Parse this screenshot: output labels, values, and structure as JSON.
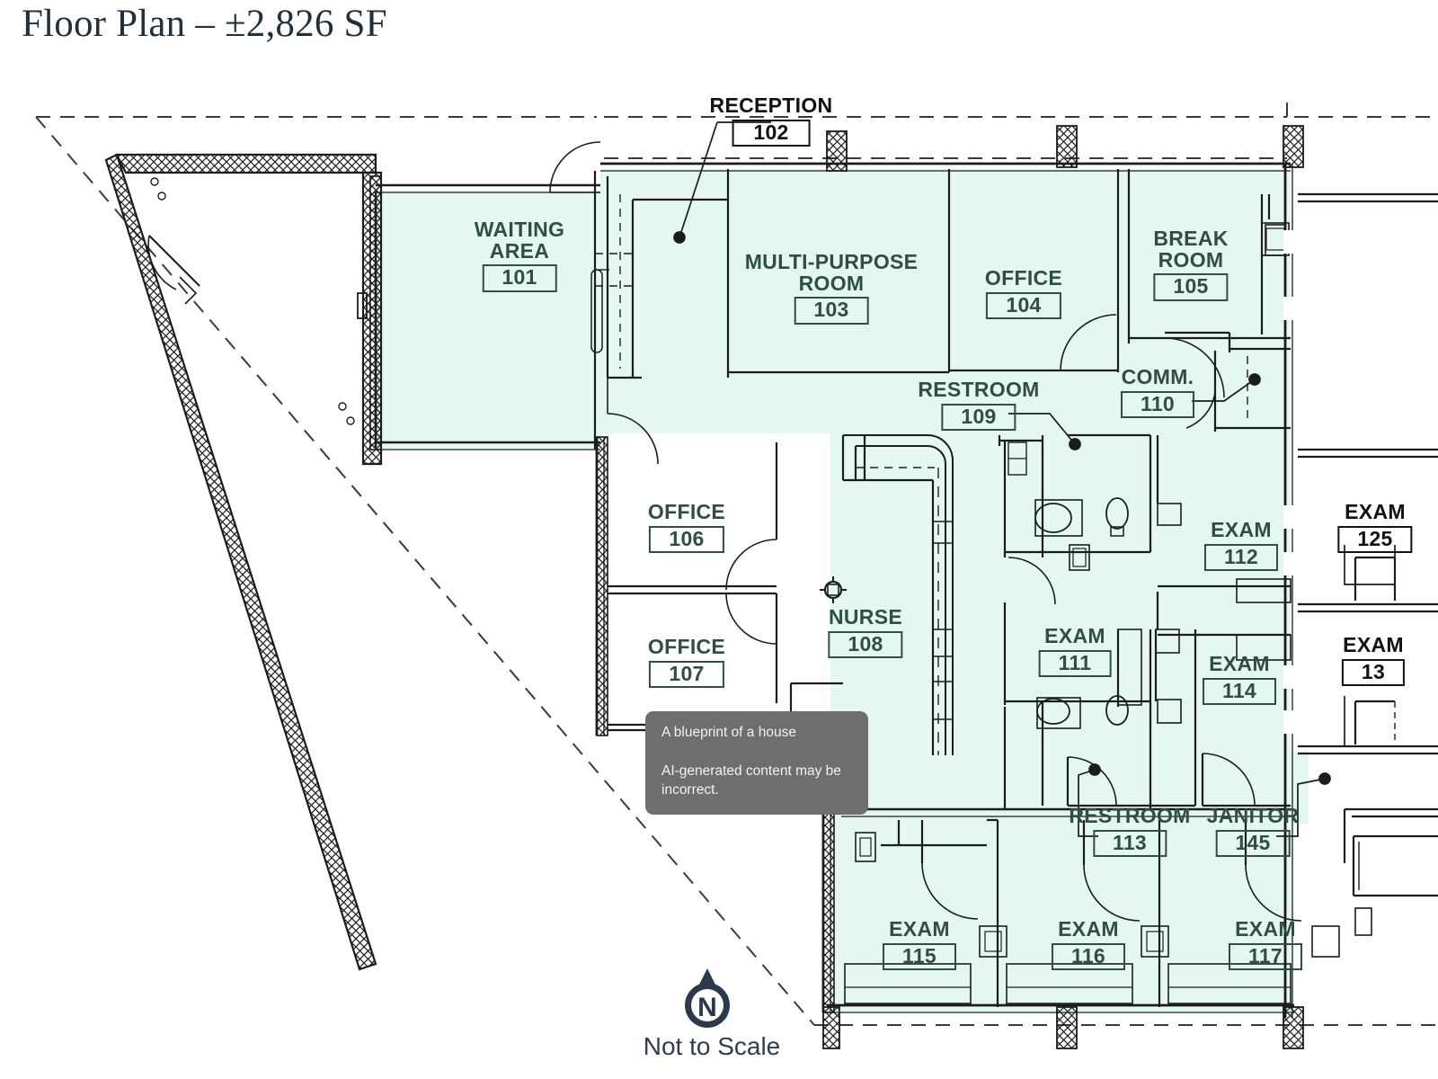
{
  "document": {
    "title": "Floor Plan – ±2,826 SF",
    "scale_note": "Not to Scale",
    "north_letter": "N"
  },
  "colors": {
    "tenant_fill": "#E4F8EF",
    "line": "#1c1c1c",
    "label_text": "#2f4f45",
    "title_text": "#22303c",
    "tooltip_bg": "#6e6e6e",
    "tooltip_text": "#f2f2f2"
  },
  "rooms": [
    {
      "name": "WAITING\nAREA",
      "line1": "WAITING",
      "line2": "AREA",
      "number": "101"
    },
    {
      "name": "RECEPTION",
      "line1": "RECEPTION",
      "line2": "",
      "number": "102"
    },
    {
      "name": "MULTI-PURPOSE ROOM",
      "line1": "MULTI-PURPOSE",
      "line2": "ROOM",
      "number": "103"
    },
    {
      "name": "OFFICE",
      "line1": "OFFICE",
      "line2": "",
      "number": "104"
    },
    {
      "name": "BREAK ROOM",
      "line1": "BREAK",
      "line2": "ROOM",
      "number": "105"
    },
    {
      "name": "OFFICE",
      "line1": "OFFICE",
      "line2": "",
      "number": "106"
    },
    {
      "name": "OFFICE",
      "line1": "OFFICE",
      "line2": "",
      "number": "107"
    },
    {
      "name": "NURSE",
      "line1": "NURSE",
      "line2": "",
      "number": "108"
    },
    {
      "name": "RESTROOM",
      "line1": "RESTROOM",
      "line2": "",
      "number": "109"
    },
    {
      "name": "COMM.",
      "line1": "COMM.",
      "line2": "",
      "number": "110"
    },
    {
      "name": "EXAM",
      "line1": "EXAM",
      "line2": "",
      "number": "111"
    },
    {
      "name": "EXAM",
      "line1": "EXAM",
      "line2": "",
      "number": "112"
    },
    {
      "name": "RESTROOM",
      "line1": "RESTROOM",
      "line2": "",
      "number": "113"
    },
    {
      "name": "EXAM",
      "line1": "EXAM",
      "line2": "",
      "number": "114"
    },
    {
      "name": "EXAM",
      "line1": "EXAM",
      "line2": "",
      "number": "115"
    },
    {
      "name": "EXAM",
      "line1": "EXAM",
      "line2": "",
      "number": "116"
    },
    {
      "name": "EXAM",
      "line1": "EXAM",
      "line2": "",
      "number": "117"
    },
    {
      "name": "JANITOR",
      "line1": "JANITOR",
      "line2": "",
      "number": "145"
    },
    {
      "name": "EXAM (cut off at right edge)",
      "line1": "EXAM",
      "line2": "",
      "number": "125"
    },
    {
      "name": "EXAM (cut off at right edge)",
      "line1": "EXAM",
      "line2": "",
      "number": "13"
    }
  ],
  "labels": {
    "waiting_area": {
      "line1": "WAITING",
      "line2": "AREA",
      "number": "101"
    },
    "reception": {
      "line1": "RECEPTION",
      "number": "102"
    },
    "multipurpose": {
      "line1": "MULTI-PURPOSE",
      "line2": "ROOM",
      "number": "103"
    },
    "office104": {
      "line1": "OFFICE",
      "number": "104"
    },
    "breakroom": {
      "line1": "BREAK",
      "line2": "ROOM",
      "number": "105"
    },
    "office106": {
      "line1": "OFFICE",
      "number": "106"
    },
    "office107": {
      "line1": "OFFICE",
      "number": "107"
    },
    "nurse": {
      "line1": "NURSE",
      "number": "108"
    },
    "restroom109": {
      "line1": "RESTROOM",
      "number": "109"
    },
    "comm110": {
      "line1": "COMM.",
      "number": "110"
    },
    "exam111": {
      "line1": "EXAM",
      "number": "111"
    },
    "exam112": {
      "line1": "EXAM",
      "number": "112"
    },
    "restroom113": {
      "line1": "RESTROOM",
      "number": "113"
    },
    "exam114": {
      "line1": "EXAM",
      "number": "114"
    },
    "exam115": {
      "line1": "EXAM",
      "number": "115"
    },
    "exam116": {
      "line1": "EXAM",
      "number": "116"
    },
    "exam117": {
      "line1": "EXAM",
      "number": "117"
    },
    "janitor145": {
      "line1": "JANITOR",
      "number": "145"
    },
    "exam125": {
      "line1": "EXAM",
      "number": "125"
    },
    "exam13x": {
      "line1": "EXAM",
      "number": "13"
    }
  },
  "tooltip": {
    "line1": "A blueprint of a house",
    "line2": "AI-generated content may be incorrect."
  }
}
